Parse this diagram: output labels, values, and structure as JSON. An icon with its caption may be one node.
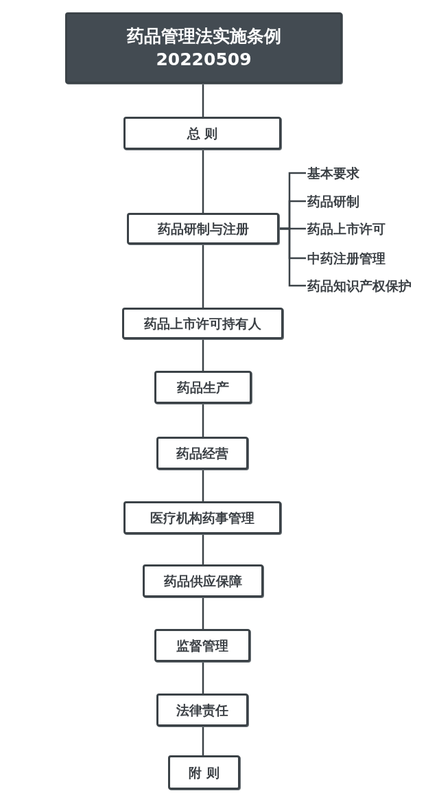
{
  "diagram": {
    "nodes": [
      {
        "text": [
          "药品管理法实施条例",
          "20220509"
        ]
      },
      {
        "text": [
          "总 则"
        ]
      },
      {
        "text": [
          "药品研制与注册"
        ]
      },
      {
        "text": [
          "基本要求"
        ]
      },
      {
        "text": [
          "药品研制"
        ]
      },
      {
        "text": [
          "药品上市许可"
        ]
      },
      {
        "text": [
          "中药注册管理"
        ]
      },
      {
        "text": [
          "药品知识产权保护"
        ]
      },
      {
        "text": [
          "药品上市许可持有人"
        ]
      },
      {
        "text": [
          "药品生产"
        ]
      },
      {
        "text": [
          "药品经营"
        ]
      },
      {
        "text": [
          "医疗机构药事管理"
        ]
      },
      {
        "text": [
          "药品供应保障"
        ]
      },
      {
        "text": [
          "监督管理"
        ]
      },
      {
        "text": [
          "法律责任"
        ]
      },
      {
        "text": [
          "附 则"
        ]
      }
    ],
    "edges": [
      {
        "from": 0,
        "to": 1,
        "arrow": "none"
      },
      {
        "from": 1,
        "to": 2,
        "arrow": "none"
      },
      {
        "from": 2,
        "to": 3,
        "arrow": "none"
      },
      {
        "from": 2,
        "to": 4,
        "arrow": "none"
      },
      {
        "from": 2,
        "to": 5,
        "arrow": "none"
      },
      {
        "from": 2,
        "to": 6,
        "arrow": "none"
      },
      {
        "from": 2,
        "to": 7,
        "arrow": "none"
      },
      {
        "from": 2,
        "to": 8,
        "arrow": "none"
      },
      {
        "from": 8,
        "to": 9,
        "arrow": "none"
      },
      {
        "from": 9,
        "to": 10,
        "arrow": "none"
      },
      {
        "from": 10,
        "to": 11,
        "arrow": "none"
      },
      {
        "from": 11,
        "to": 12,
        "arrow": "none"
      },
      {
        "from": 12,
        "to": 13,
        "arrow": "none"
      },
      {
        "from": 13,
        "to": 14,
        "arrow": "none"
      },
      {
        "from": 14,
        "to": 15,
        "arrow": "none"
      }
    ]
  }
}
